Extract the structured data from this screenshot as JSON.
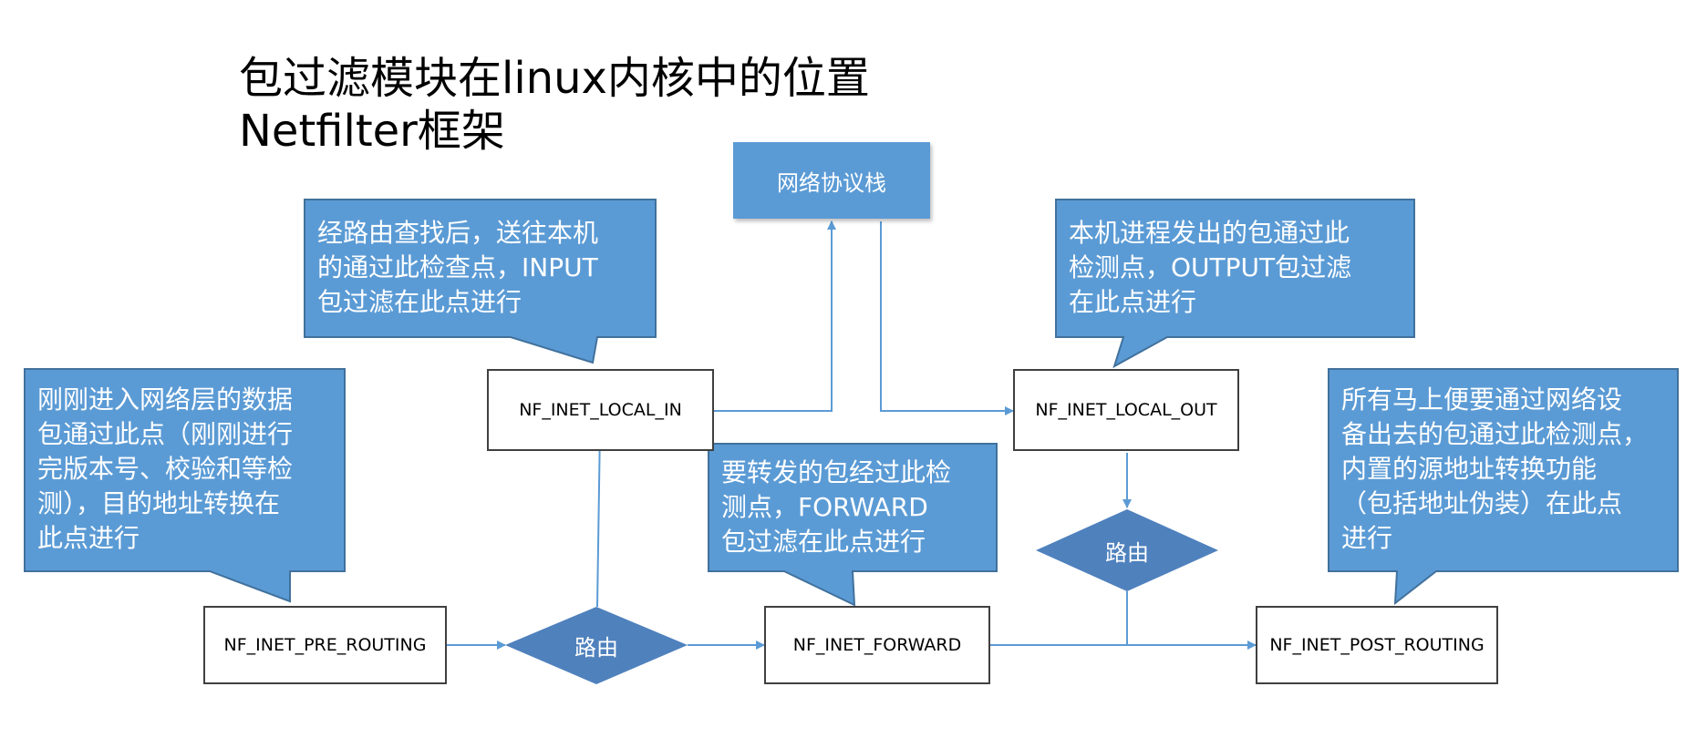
{
  "title": {
    "line1": "包过滤模块在linux内核中的位置",
    "line2": "Netfilter框架"
  },
  "colors": {
    "callout_fill": "#5b9bd5",
    "callout_border": "#41719c",
    "diamond_fill": "#4f81bd",
    "arrow": "#5b9bd5",
    "box_border": "#404040"
  },
  "nodes": {
    "stack": "网络协议栈",
    "local_in": "NF_INET_LOCAL_IN",
    "local_out": "NF_INET_LOCAL_OUT",
    "pre_routing": "NF_INET_PRE_ROUTING",
    "forward": "NF_INET_FORWARD",
    "post_routing": "NF_INET_POST_ROUTING",
    "route_bottom": "路由",
    "route_right": "路由"
  },
  "callouts": {
    "input": [
      "经路由查找后，送往本机",
      "的通过此检查点，INPUT",
      "包过滤在此点进行"
    ],
    "output": [
      "本机进程发出的包通过此",
      "检测点，OUTPUT包过滤",
      "在此点进行"
    ],
    "pre": [
      "刚刚进入网络层的数据",
      "包通过此点（刚刚进行",
      "完版本号、校验和等检",
      "测），目的地址转换在",
      "此点进行"
    ],
    "forward": [
      "要转发的包经过此检",
      "测点，FORWARD",
      "包过滤在此点进行"
    ],
    "post": [
      "所有马上便要通过网络设",
      "备出去的包通过此检测点，",
      "内置的源地址转换功能",
      "（包括地址伪装）在此点",
      "进行"
    ]
  }
}
